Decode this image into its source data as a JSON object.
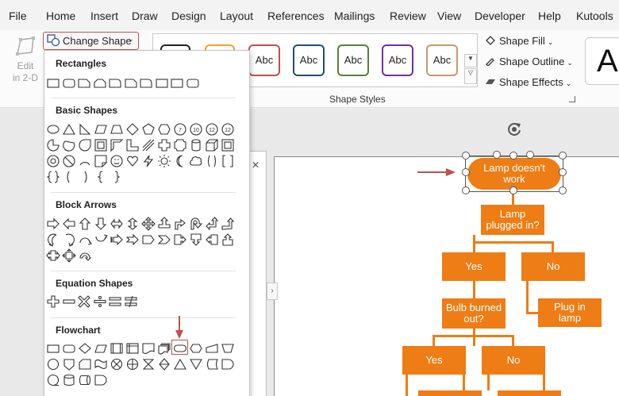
{
  "menu": [
    "File",
    "Home",
    "Insert",
    "Draw",
    "Design",
    "Layout",
    "References",
    "Mailings",
    "Review",
    "View",
    "Developer",
    "Help",
    "Kutools"
  ],
  "ribbon": {
    "edit_2d_line1": "Edit",
    "edit_2d_line2": "in 2-D",
    "change_shape_label": "Change Shape",
    "style_samples": [
      "Abc",
      "Abc",
      "Abc",
      "Abc",
      "Abc",
      "Abc"
    ],
    "style_colors": [
      "#c0504d",
      "#1f4e79",
      "#548235",
      "#7030a0",
      "#c49a6c"
    ],
    "group_label": "Shape Styles",
    "shape_fill": "Shape Fill",
    "shape_outline": "Shape Outline",
    "shape_effects": "Shape Effects",
    "wordart_sample": "A"
  },
  "dropdown": {
    "sections": [
      {
        "title": "Rectangles"
      },
      {
        "title": "Basic Shapes"
      },
      {
        "title": "Block Arrows"
      },
      {
        "title": "Equation Shapes"
      },
      {
        "title": "Flowchart"
      }
    ],
    "selected_shape": "flowchart-terminator"
  },
  "flowchart": {
    "start": "Lamp doesn't work",
    "q1": "Lamp plugged in?",
    "q1_yes": "Yes",
    "q1_no": "No",
    "q2": "Bulb burned out?",
    "action1": "Plug in lamp",
    "q2_yes": "Yes",
    "q2_no": "No",
    "accent": "#ed7d14"
  }
}
